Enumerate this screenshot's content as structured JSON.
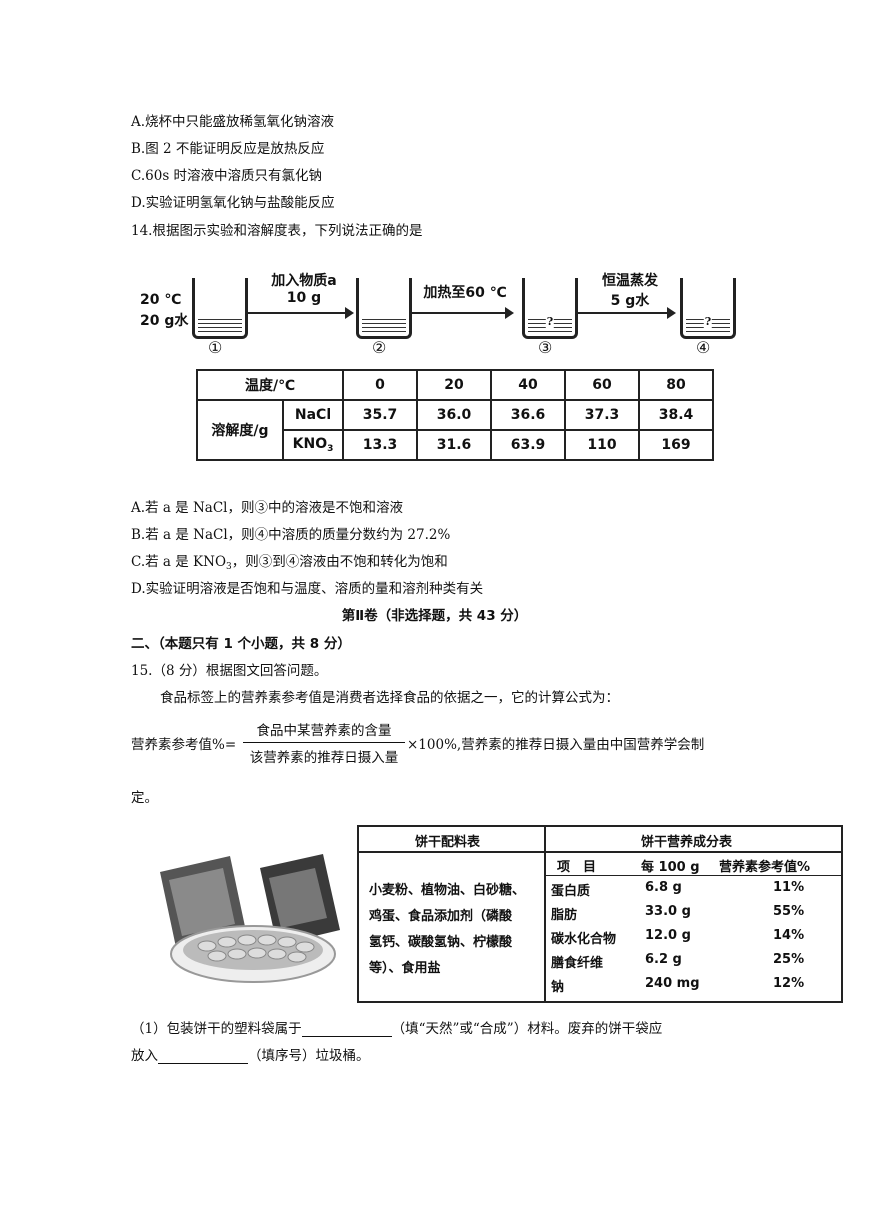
{
  "q13_options": [
    "A.烧杯中只能盛放稀氢氧化钠溶液",
    "B.图 2 不能证明反应是放热反应",
    "C.60s 时溶液中溶质只有氯化钠",
    "D.实验证明氢氧化钠与盐酸能反应"
  ],
  "q14_stem": "14.根据图示实验和溶解度表，下列说法正确的是",
  "diagram": {
    "start_label_1": "20 ℃",
    "start_label_2": "20 g水",
    "step1_line1": "加入物质a",
    "step1_line2": "10 g",
    "step2": "加热至60 ℃",
    "step3_line1": "恒温蒸发",
    "step3_line2": "5 g水",
    "beakers": [
      "①",
      "②",
      "③",
      "④"
    ],
    "mark": "?"
  },
  "solubility_table": {
    "temp_header": "温度/℃",
    "temps": [
      "0",
      "20",
      "40",
      "60",
      "80"
    ],
    "row_group": "溶解度/g",
    "rows": [
      {
        "name": "NaCl",
        "values": [
          "35.7",
          "36.0",
          "36.6",
          "37.3",
          "38.4"
        ]
      },
      {
        "name": "KNO",
        "sub": "3",
        "values": [
          "13.3",
          "31.6",
          "63.9",
          "110",
          "169"
        ]
      }
    ]
  },
  "q14_options": [
    "A.若 a 是 NaCl，则③中的溶液是不饱和溶液",
    "B.若 a 是 NaCl，则④中溶质的质量分数约为 27.2%",
    "C.若 a 是 KNO",
    "D.实验证明溶液是否饱和与温度、溶质的量和溶剂种类有关"
  ],
  "q14_c_sub": "3",
  "q14_c_rest": "，则③到④溶液由不饱和转化为饱和",
  "part2_title": "第Ⅱ卷（非选择题，共 43 分）",
  "section2": "二、（本题只有 1 个小题，共 8 分）",
  "q15_stem": "15.（8 分）根据图文回答问题。",
  "q15_intro": "食品标签上的营养素参考值是消费者选择食品的依据之一，它的计算公式为：",
  "formula": {
    "lhs": "营养素参考值%=",
    "numerator": "食品中某营养素的含量",
    "denominator": "该营养素的推荐日摄入量",
    "rhs": "×100%,营养素的推荐日摄入量由中国营养学会制",
    "tail": "定。"
  },
  "ingredients": {
    "title": "饼干配料表",
    "lines": [
      "小麦粉、植物油、白砂糖、",
      "鸡蛋、食品添加剂（磷酸",
      "氢钙、碳酸氢钠、柠檬酸",
      "等）、食用盐"
    ]
  },
  "nutrition": {
    "title": "饼干营养成分表",
    "headers": [
      "项　目",
      "每 100 g",
      "营养素参考值%"
    ],
    "rows": [
      [
        "蛋白质",
        "6.8 g",
        "11%"
      ],
      [
        "脂肪",
        "33.0 g",
        "55%"
      ],
      [
        "碳水化合物",
        "12.0 g",
        "14%"
      ],
      [
        "膳食纤维",
        "6.2 g",
        "25%"
      ],
      [
        "钠",
        "240 mg",
        "12%"
      ]
    ]
  },
  "q15_1_a": "（1）包装饼干的塑料袋属于",
  "q15_1_b": "（填“天然”或“合成”）材料。废弃的饼干袋应",
  "q15_1_c": "放入",
  "q15_1_d": "（填序号）垃圾桶。"
}
